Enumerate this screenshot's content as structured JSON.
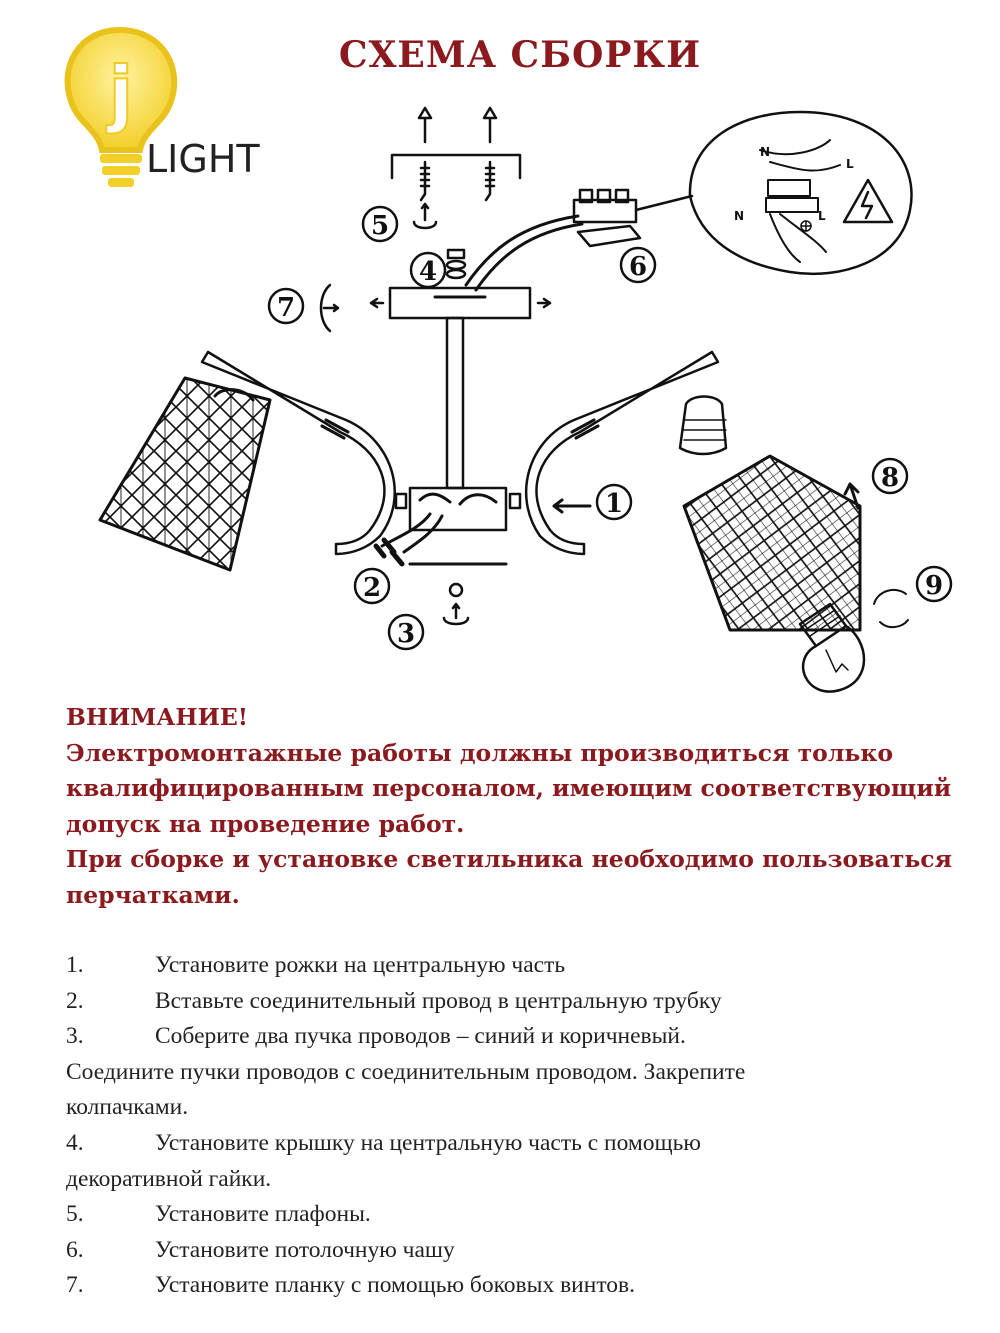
{
  "logo": {
    "text": "LIGHT",
    "mark_letter": "j",
    "bulb_color": "#f6d43a"
  },
  "title": "СХЕМА СБОРКИ",
  "diagram": {
    "callouts": [
      "1",
      "2",
      "3",
      "4",
      "5",
      "6",
      "7",
      "8",
      "9"
    ],
    "wire_labels": {
      "neutral": "N",
      "live": "L"
    },
    "icons": [
      "high-voltage-warning-icon",
      "ground-icon",
      "light-bulb-icon",
      "rotate-arrow-icon"
    ]
  },
  "warning": {
    "heading": "ВНИМАНИЕ!",
    "lines": [
      "Электромонтажные работы должны производиться только",
      "квалифицированным персоналом, имеющим соответствующий",
      "допуск на проведение работ.",
      "При сборке и установке светильника необходимо пользоваться",
      "перчатками."
    ]
  },
  "steps": [
    {
      "num": "1.",
      "text": "Установите рожки на центральную часть"
    },
    {
      "num": "2.",
      "text": "Вставьте соединительный провод в центральную трубку"
    },
    {
      "num": "3.",
      "text": "Соберите два пучка проводов – синий и коричневый."
    },
    {
      "num": "",
      "text": "Соедините пучки проводов с соединительным проводом. Закрепите"
    },
    {
      "num": "",
      "text": "колпачками."
    },
    {
      "num": "4.",
      "text": "Установите крышку на центральную часть с помощью"
    },
    {
      "num": "",
      "text": "декоративной гайки."
    },
    {
      "num": "5.",
      "text": "Установите плафоны."
    },
    {
      "num": "6.",
      "text": "Установите потолочную чашу"
    },
    {
      "num": "7.",
      "text": "Установите планку с помощью боковых винтов."
    }
  ],
  "colors": {
    "accent": "#8b1a1f",
    "text": "#222222",
    "line": "#111111"
  }
}
